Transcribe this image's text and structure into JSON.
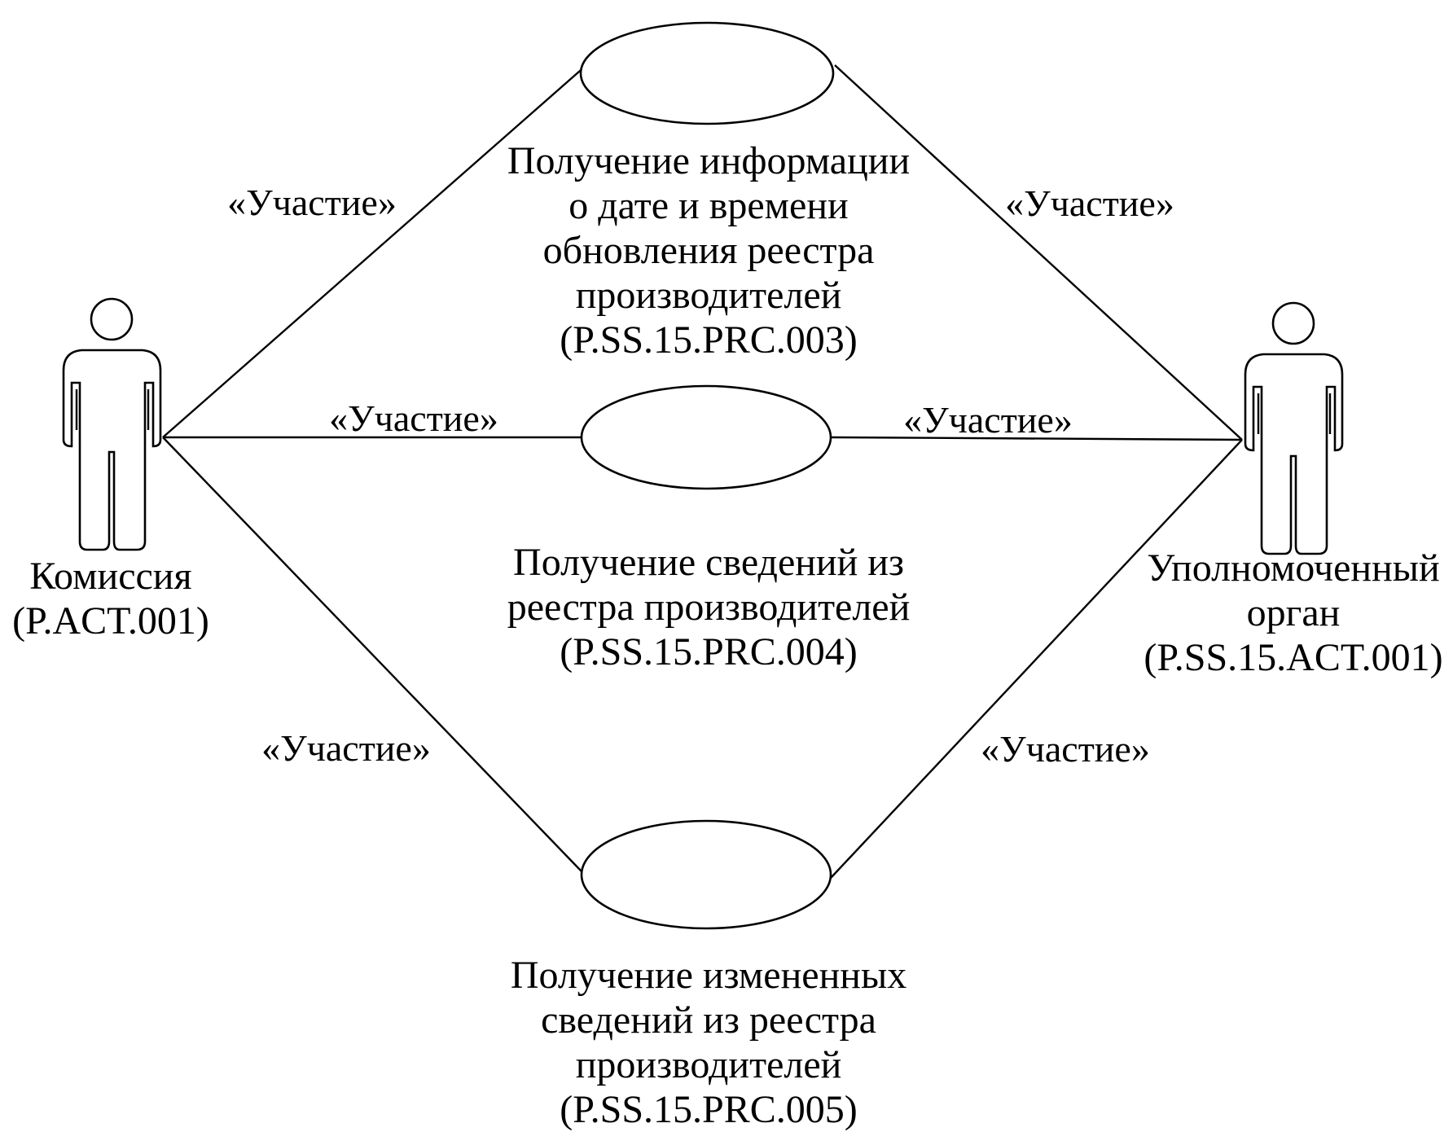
{
  "actors": [
    {
      "id": "commission",
      "lines": [
        "Комиссия",
        "(P.ACT.001)"
      ]
    },
    {
      "id": "authorized-body",
      "lines": [
        "Уполномоченный",
        "орган",
        "(P.SS.15.ACT.001)"
      ]
    }
  ],
  "use_cases": [
    {
      "id": "uc-003",
      "lines": [
        "Получение информации",
        "о дате и времени",
        "обновления реестра",
        "производителей",
        "(P.SS.15.PRC.003)"
      ]
    },
    {
      "id": "uc-004",
      "lines": [
        "Получение сведений из",
        "реестра производителей",
        "(P.SS.15.PRC.004)"
      ]
    },
    {
      "id": "uc-005",
      "lines": [
        "Получение измененных",
        "сведений из реестра",
        "производителей",
        "(P.SS.15.PRC.005)"
      ]
    }
  ],
  "associations": [
    {
      "from": "commission",
      "to": "uc-003",
      "label": "«Участие»"
    },
    {
      "from": "authorized-body",
      "to": "uc-003",
      "label": "«Участие»"
    },
    {
      "from": "commission",
      "to": "uc-004",
      "label": "«Участие»"
    },
    {
      "from": "authorized-body",
      "to": "uc-004",
      "label": "«Участие»"
    },
    {
      "from": "commission",
      "to": "uc-005",
      "label": "«Участие»"
    },
    {
      "from": "authorized-body",
      "to": "uc-005",
      "label": "«Участие»"
    }
  ],
  "colors": {
    "line": "#000000",
    "background": "#ffffff"
  }
}
